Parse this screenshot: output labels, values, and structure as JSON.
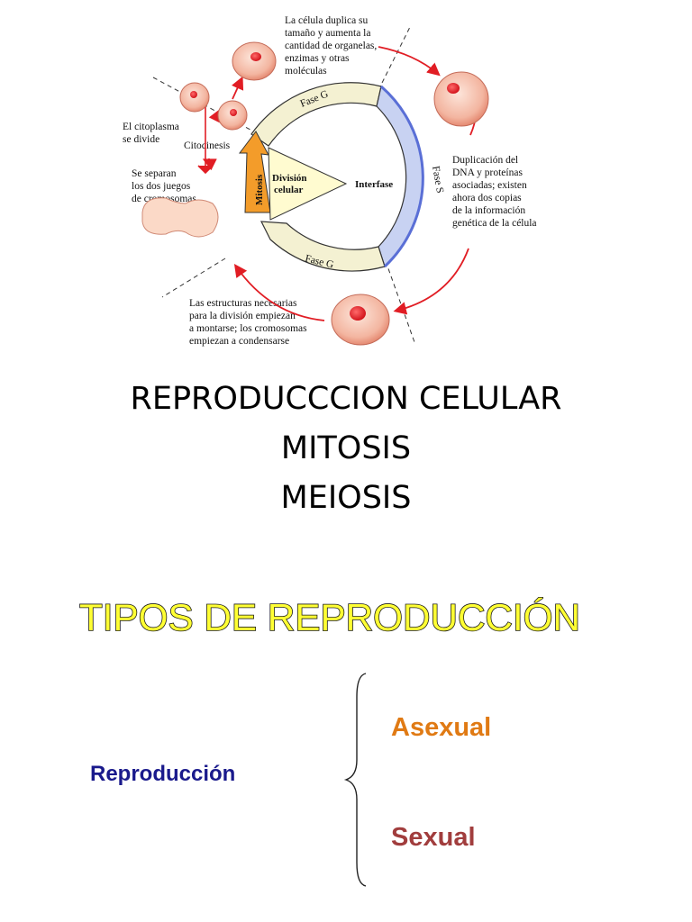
{
  "diagram": {
    "labels": {
      "fase_g_top": "Fase G",
      "fase_s": "Fase S",
      "fase_g_bottom": "Fase G",
      "interfase": "Interfase",
      "division_line1": "División",
      "division_line2": "celular",
      "mitosis": "Mitosis",
      "citocinesis": "Citocinesis"
    },
    "annotations": {
      "top": [
        "La célula duplica su",
        "tamaño y aumenta la",
        "cantidad de organelas,",
        "enzimas y otras",
        "moléculas"
      ],
      "right": [
        "Duplicación del",
        "DNA y proteínas",
        "asociadas; existen",
        "ahora dos copias",
        "de la información",
        "genética de la célula"
      ],
      "bottom": [
        "Las estructuras necesarias",
        "para la división empiezan",
        "a montarse; los cromosomas",
        "empiezan a condensarse"
      ],
      "left_top": [
        "El citoplasma",
        "se divide"
      ],
      "left_mid": [
        "Se separan",
        "los dos juegos",
        "de cromosomas"
      ]
    },
    "colors": {
      "g_phase": "#f4f1d2",
      "s_phase": "#c8d2f2",
      "mitosis_arrow": "#f39c2a",
      "cell_fill": "#f6c3b0",
      "nucleus": "#e8242a",
      "red_arrow": "#e11d24"
    }
  },
  "title": {
    "line1": "REPRODUCCCION CELULAR",
    "line2": "MITOSIS",
    "line3": "MEIOSIS"
  },
  "types": {
    "heading": "TIPOS DE REPRODUCCIÓN",
    "root": "Reproducción",
    "option_asexual": "Asexual",
    "option_sexual": "Sexual",
    "heading_fill": "#ffff33",
    "heading_stroke": "#1a1a1a"
  }
}
